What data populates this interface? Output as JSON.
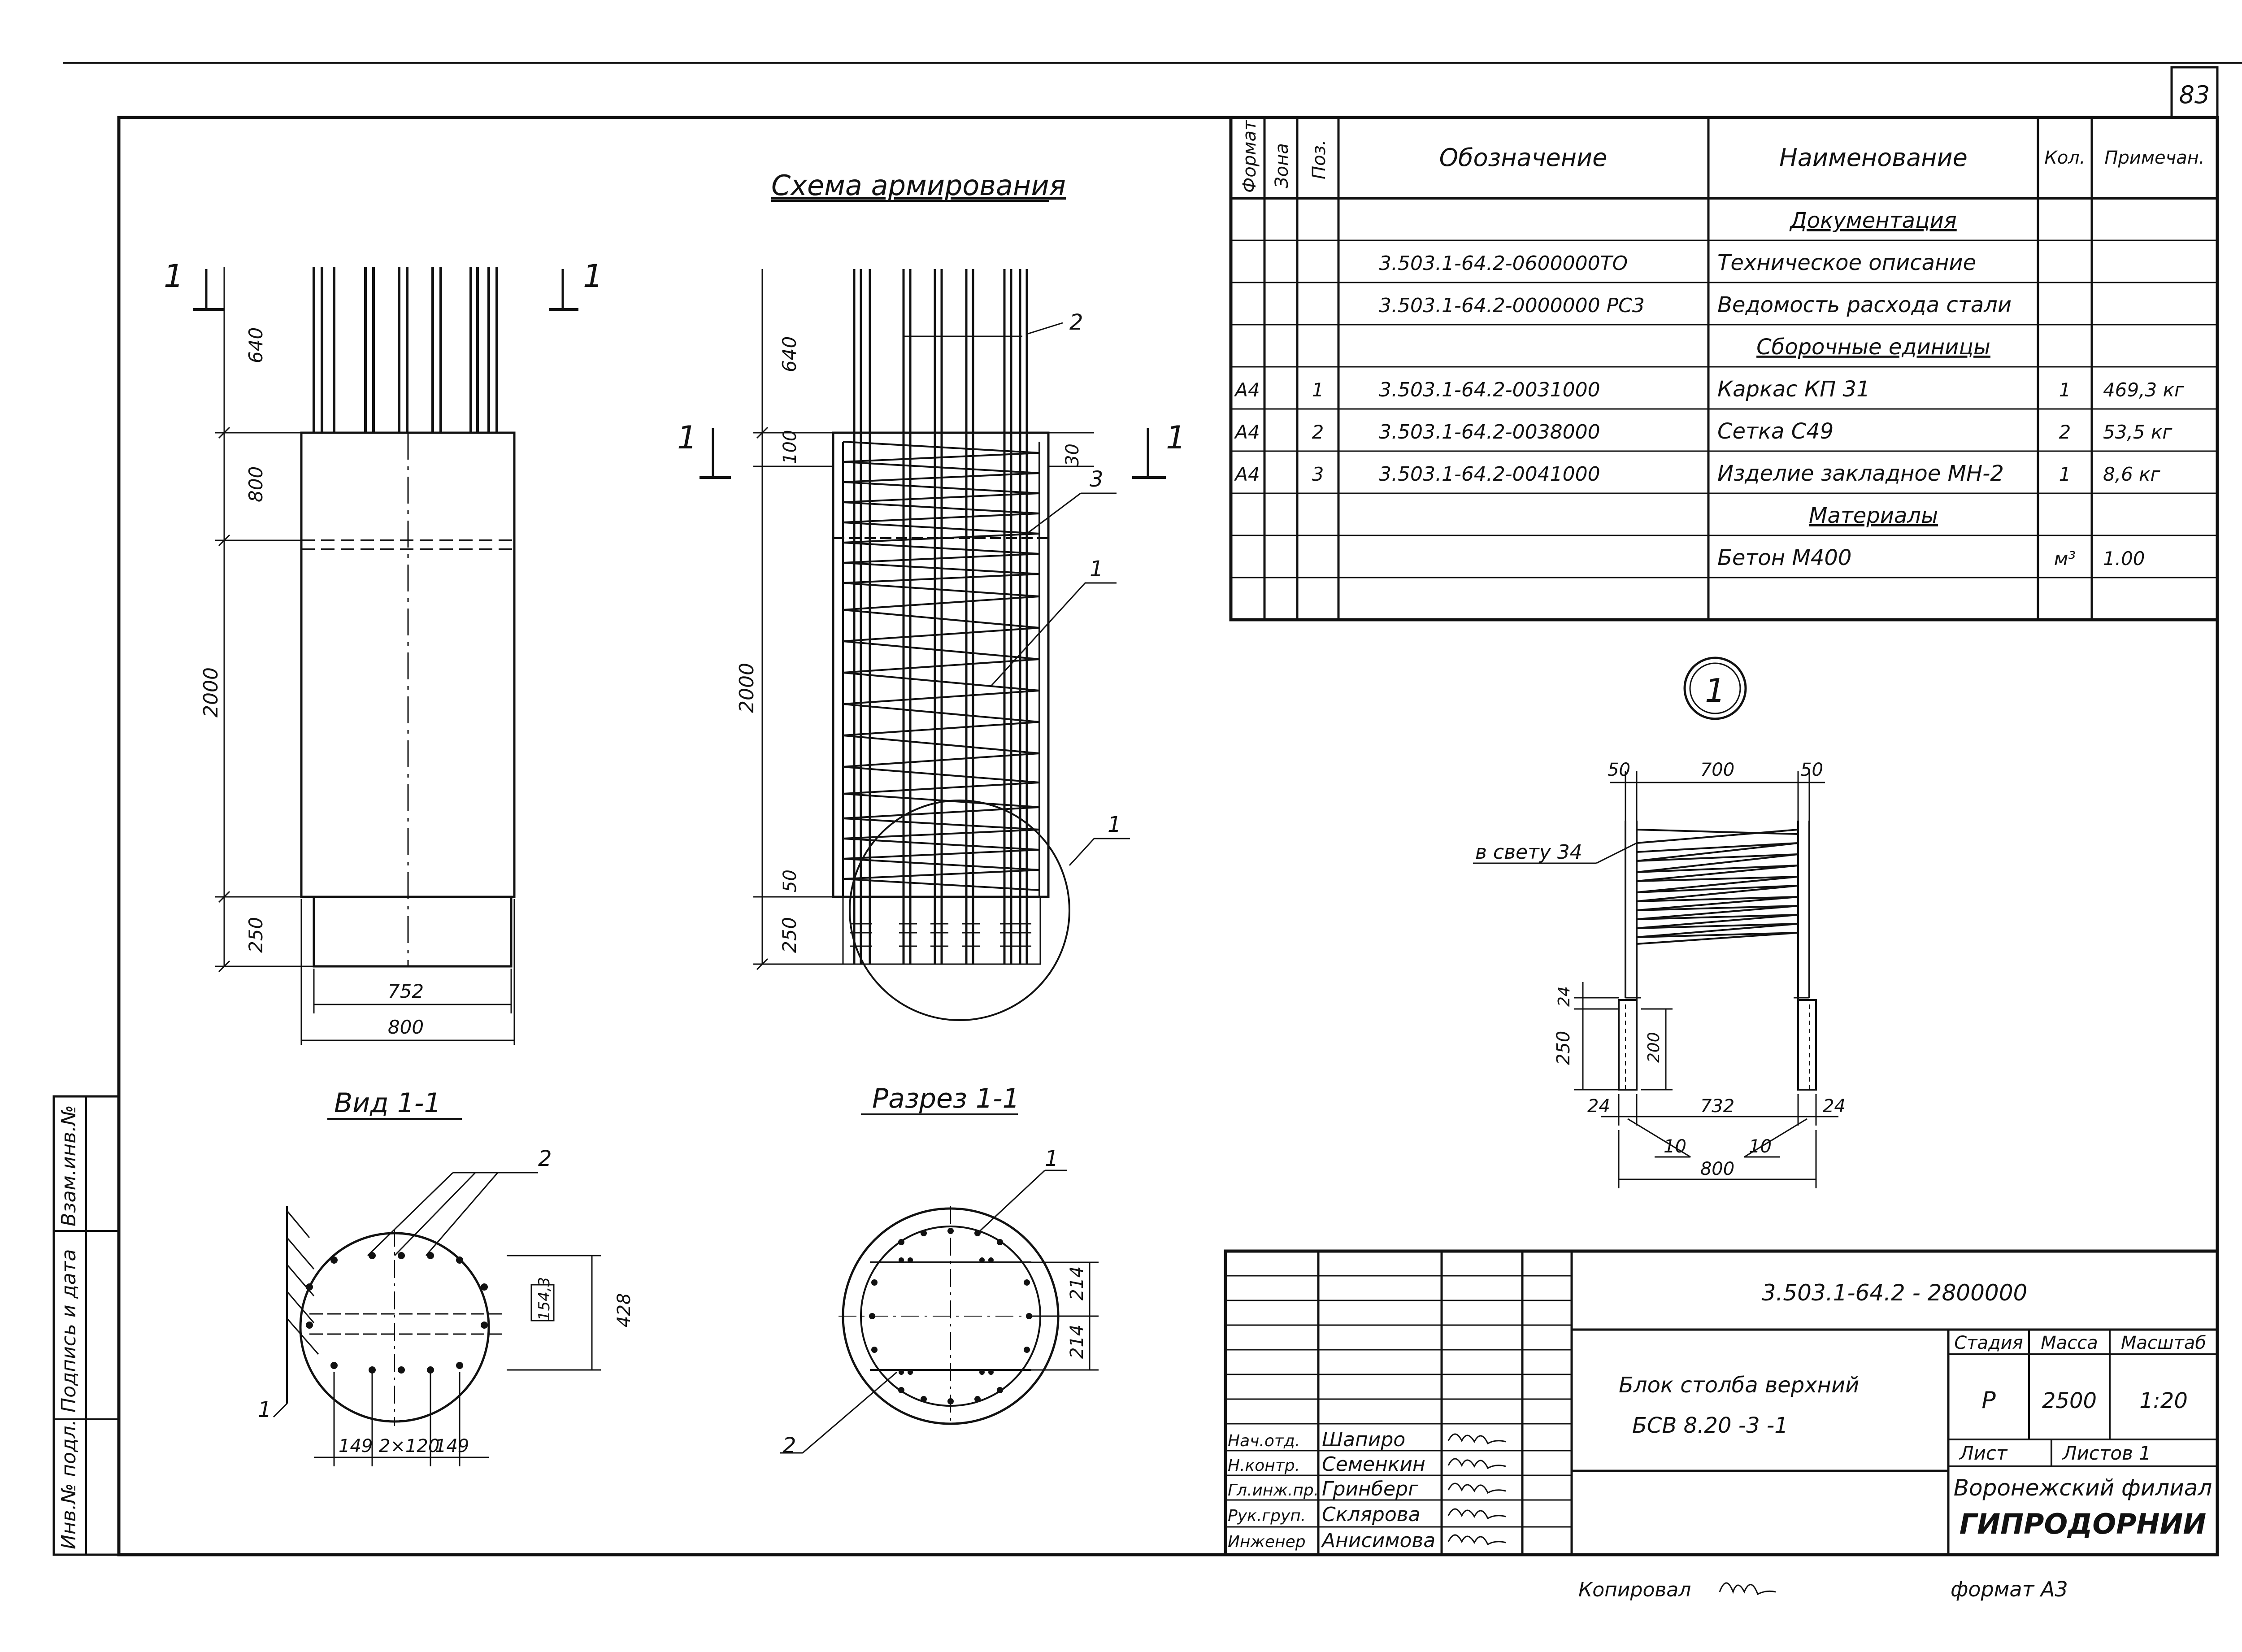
{
  "sheet": {
    "page_number": "83",
    "format_label": "формат А3",
    "copied_label": "Копировал"
  },
  "views": {
    "scheme_title": "Схема армирования",
    "view_title": "Вид 1-1",
    "section_title": "Разрез 1-1",
    "section_mark": "1",
    "node_callout": "1",
    "node_mark": "1"
  },
  "dims": {
    "front": {
      "d640": "640",
      "d800v": "800",
      "d2000": "2000",
      "d250": "250",
      "d752": "752",
      "d800": "800"
    },
    "scheme": {
      "d640": "640",
      "d100": "100",
      "d2000": "2000",
      "d50": "50",
      "d250": "250",
      "d30": "30",
      "pos2": "2",
      "pos3": "3",
      "pos1a": "1",
      "pos1b": "1"
    },
    "view11": {
      "d149a": "149",
      "d2x120": "2×120",
      "d149b": "149",
      "d428": "428",
      "d154": "154,3",
      "pos2": "2",
      "pos1": "1"
    },
    "sec11": {
      "d214a": "214",
      "d214b": "214",
      "pos1": "1",
      "pos2": "2"
    },
    "node": {
      "d50a": "50",
      "d700": "700",
      "d50b": "50",
      "clear": "в свету 34",
      "d24": "24",
      "d250": "250",
      "d200": "200",
      "d24a": "24",
      "d732": "732",
      "d24b": "24",
      "d10a": "10",
      "d10b": "10",
      "d800": "800"
    }
  },
  "spec": {
    "headers": {
      "format": "Формат",
      "zone": "Зона",
      "pos": "Поз.",
      "designation": "Обозначение",
      "name": "Наименование",
      "qty": "Кол.",
      "note": "Примечан."
    },
    "rows": [
      {
        "format": "",
        "pos": "",
        "designation": "",
        "name": "Документация",
        "qty": "",
        "note": "",
        "section": true
      },
      {
        "format": "",
        "pos": "",
        "designation": "3.503.1-64.2-0600000ТО",
        "name": "Техническое описание",
        "qty": "",
        "note": ""
      },
      {
        "format": "",
        "pos": "",
        "designation": "3.503.1-64.2-0000000 РС3",
        "name": "Ведомость расхода стали",
        "qty": "",
        "note": ""
      },
      {
        "format": "",
        "pos": "",
        "designation": "",
        "name": "Сборочные единицы",
        "qty": "",
        "note": "",
        "section": true
      },
      {
        "format": "А4",
        "pos": "1",
        "designation": "3.503.1-64.2-0031000",
        "name": "Каркас КП 31",
        "qty": "1",
        "note": "469,3 кг"
      },
      {
        "format": "А4",
        "pos": "2",
        "designation": "3.503.1-64.2-0038000",
        "name": "Сетка С49",
        "qty": "2",
        "note": "53,5 кг"
      },
      {
        "format": "А4",
        "pos": "3",
        "designation": "3.503.1-64.2-0041000",
        "name": "Изделие закладное МН-2",
        "qty": "1",
        "note": "8,6 кг"
      },
      {
        "format": "",
        "pos": "",
        "designation": "",
        "name": "Материалы",
        "qty": "",
        "note": "",
        "section": true
      },
      {
        "format": "",
        "pos": "",
        "designation": "",
        "name": "Бетон М400",
        "qty": "м³",
        "note": "1.00"
      },
      {
        "format": "",
        "pos": "",
        "designation": "",
        "name": "",
        "qty": "",
        "note": ""
      }
    ]
  },
  "stamp": {
    "code": "3.503.1-64.2 - 2800000",
    "title1": "Блок столба верхний",
    "title2": "БСВ 8.20 -3 -1",
    "stage_h": "Стадия",
    "mass_h": "Масса",
    "scale_h": "Масштаб",
    "stage": "Р",
    "mass": "2500",
    "scale": "1:20",
    "sheet_h": "Лист",
    "sheets_h": "Листов 1",
    "org1": "Воронежский филиал",
    "org2": "ГИПРОДОРНИИ",
    "people": [
      {
        "role": "Нач.отд.",
        "name": "Шапиро"
      },
      {
        "role": "Н.контр.",
        "name": "Семенкин"
      },
      {
        "role": "Гл.инж.пр.",
        "name": "Гринберг"
      },
      {
        "role": "Рук.груп.",
        "name": "Склярова"
      },
      {
        "role": "Инженер",
        "name": "Анисимова"
      }
    ]
  },
  "side": {
    "l1": "Инв.№ подл.",
    "l2": "Подпись и дата",
    "l3": "Взам.инв.№"
  }
}
